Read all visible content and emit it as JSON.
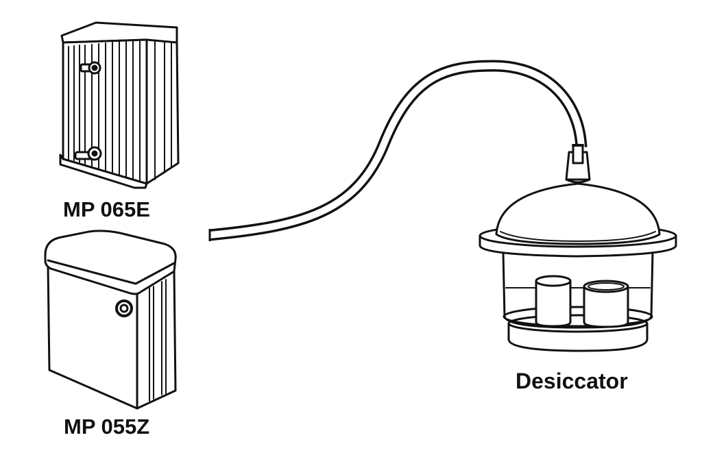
{
  "labels": {
    "pump_top": "MP 065E",
    "pump_bottom": "MP 055Z",
    "desiccator": "Desiccator"
  },
  "colors": {
    "stroke": "#111111",
    "fill": "#ffffff"
  },
  "icons": {
    "pump_top": "diaphragm-pump-icon",
    "pump_bottom": "diaphragm-pump-icon",
    "hose": "vacuum-hose-icon",
    "desiccator": "desiccator-icon"
  }
}
